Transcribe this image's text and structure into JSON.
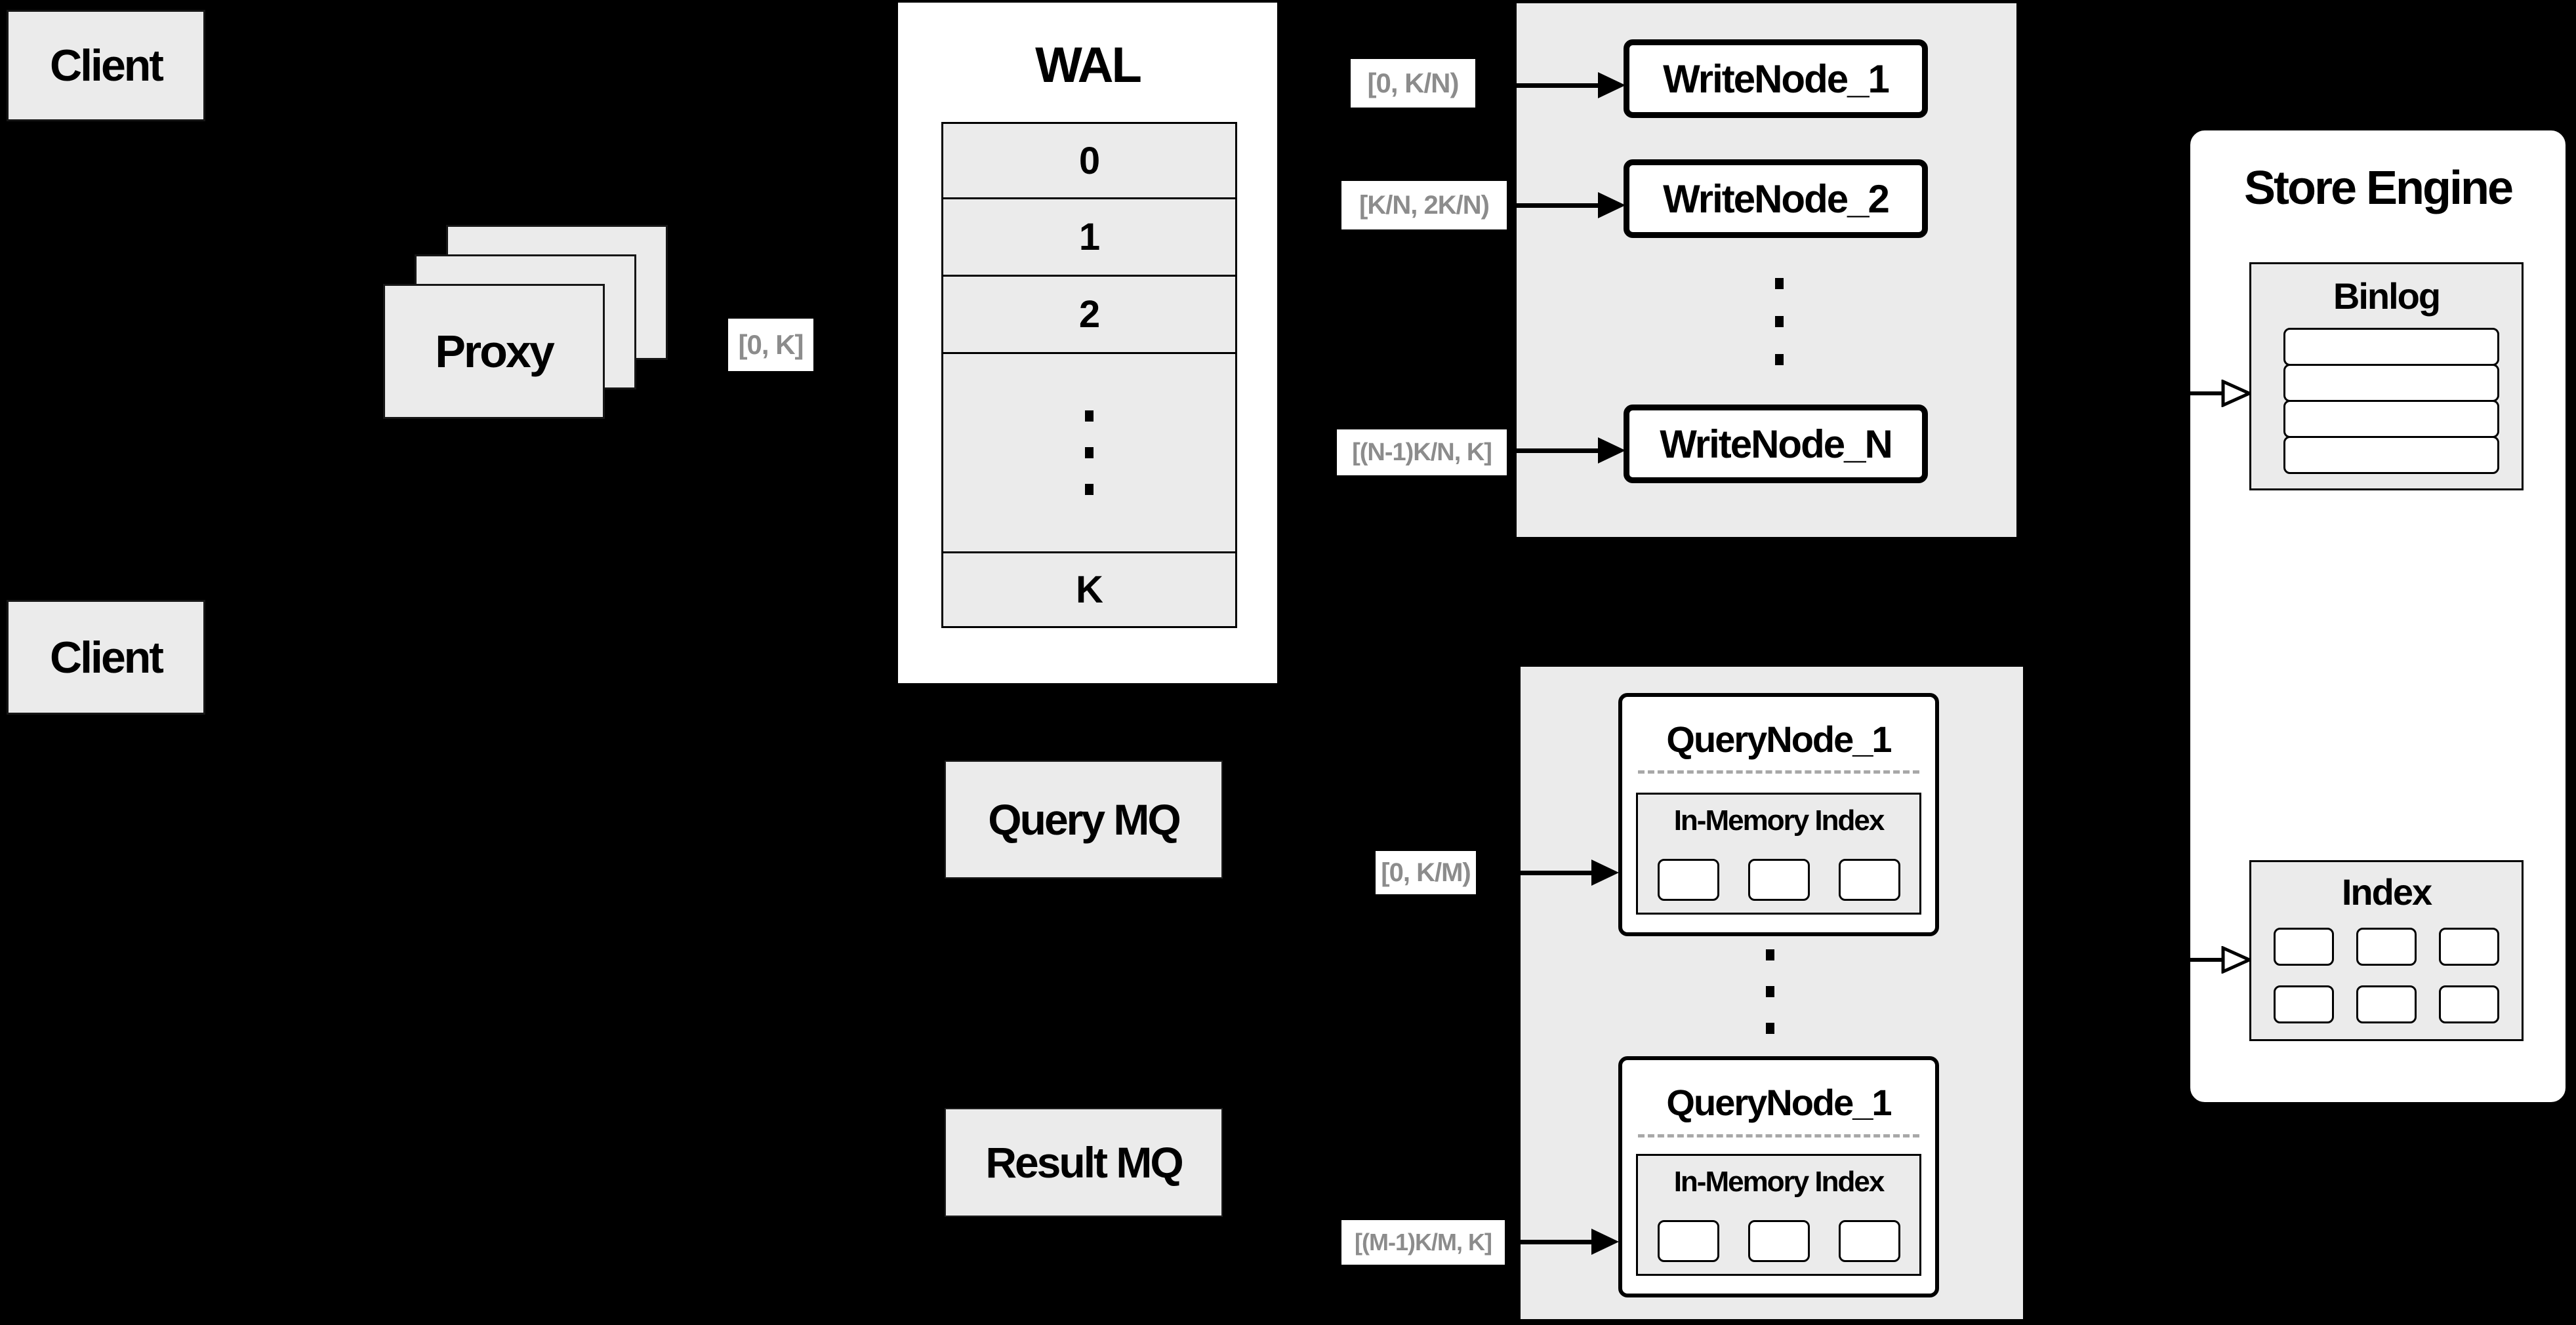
{
  "colors": {
    "background": "#000000",
    "panel": "#ebebeb",
    "white": "#ffffff",
    "border": "#111111",
    "label_text": "#8c8c8c",
    "dash": "#a8a8a8"
  },
  "clients": {
    "top": "Client",
    "bottom": "Client"
  },
  "proxy": {
    "label": "Proxy"
  },
  "wal": {
    "title": "WAL",
    "segments": [
      "0",
      "1",
      "2"
    ],
    "last_segment": "K"
  },
  "range_labels": {
    "proxy_out": "[0, K]",
    "write_1": "[0,  K/N)",
    "write_2": "[K/N, 2K/N)",
    "write_n": "[(N-1)K/N,  K]",
    "query_1": "[0, K/M)",
    "query_m": "[(M-1)K/M, K]"
  },
  "write_nodes": {
    "node_1": "WriteNode_1",
    "node_2": "WriteNode_2",
    "node_n": "WriteNode_N"
  },
  "query_nodes": {
    "node_top": {
      "title": "QueryNode_1",
      "inner_title": "In-Memory Index"
    },
    "node_bottom": {
      "title": "QueryNode_1",
      "inner_title": "In-Memory Index"
    }
  },
  "mq": {
    "query": "Query MQ",
    "result": "Result MQ"
  },
  "store_engine": {
    "title": "Store Engine",
    "binlog_title": "Binlog",
    "index_title": "Index"
  }
}
